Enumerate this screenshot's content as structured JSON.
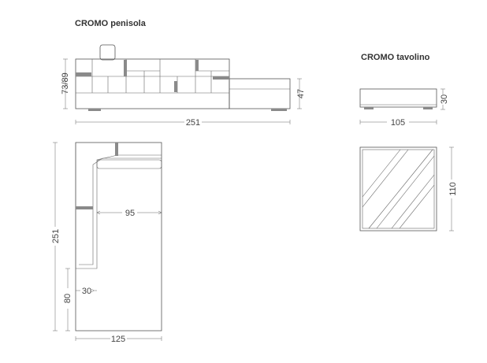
{
  "titles": {
    "peninsula": "CROMO penisola",
    "table": "CROMO tavolino"
  },
  "dimensions": {
    "front_height": "73/89",
    "front_seat_height": "47",
    "total_width": "251",
    "plan_depth": "251",
    "plan_armrest_depth": "80",
    "plan_width": "125",
    "plan_inner_width": "95",
    "plan_back_width": "30",
    "table_height": "30",
    "table_width": "105",
    "table_depth": "110"
  },
  "colors": {
    "line": "#555555",
    "accent": "#8a8a8a"
  }
}
